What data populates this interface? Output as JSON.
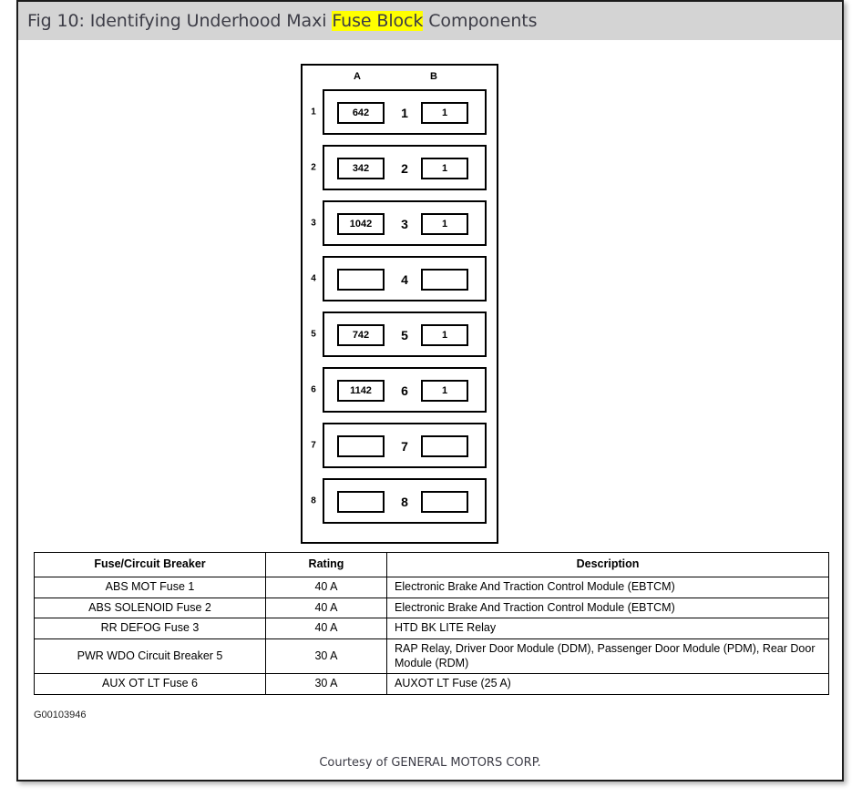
{
  "header": {
    "title_prefix": "Fig 10: Identifying Underhood Maxi ",
    "title_highlight": "Fuse Block",
    "title_suffix": " Components"
  },
  "diagram": {
    "column_headers": [
      "A",
      "B"
    ],
    "rows": [
      {
        "index": "1",
        "a": "642",
        "center": "1",
        "b": "1"
      },
      {
        "index": "2",
        "a": "342",
        "center": "2",
        "b": "1"
      },
      {
        "index": "3",
        "a": "1042",
        "center": "3",
        "b": "1"
      },
      {
        "index": "4",
        "a": "",
        "center": "4",
        "b": ""
      },
      {
        "index": "5",
        "a": "742",
        "center": "5",
        "b": "1"
      },
      {
        "index": "6",
        "a": "1142",
        "center": "6",
        "b": "1"
      },
      {
        "index": "7",
        "a": "",
        "center": "7",
        "b": ""
      },
      {
        "index": "8",
        "a": "",
        "center": "8",
        "b": ""
      }
    ]
  },
  "table": {
    "headers": [
      "Fuse/Circuit Breaker",
      "Rating",
      "Description"
    ],
    "rows": [
      {
        "name": "ABS MOT Fuse 1",
        "rating": "40 A",
        "description": "Electronic Brake And Traction Control Module (EBTCM)"
      },
      {
        "name": "ABS SOLENOID Fuse 2",
        "rating": "40 A",
        "description": "Electronic Brake And Traction Control Module (EBTCM)"
      },
      {
        "name": "RR DEFOG Fuse 3",
        "rating": "40 A",
        "description": "HTD BK LITE Relay"
      },
      {
        "name": "PWR WDO Circuit Breaker 5",
        "rating": "30 A",
        "description": "RAP Relay, Driver Door Module (DDM), Passenger Door Module (PDM), Rear Door Module (RDM)"
      },
      {
        "name": "AUX OT LT Fuse 6",
        "rating": "30 A",
        "description": "AUXOT LT Fuse (25 A)"
      }
    ]
  },
  "figure_id": "G00103946",
  "courtesy": "Courtesy of GENERAL MOTORS CORP.",
  "colors": {
    "title_bar": "#d4d4d4",
    "highlight": "#ffff00",
    "frame_border": "#1b1b1b",
    "ink": "#000000"
  }
}
